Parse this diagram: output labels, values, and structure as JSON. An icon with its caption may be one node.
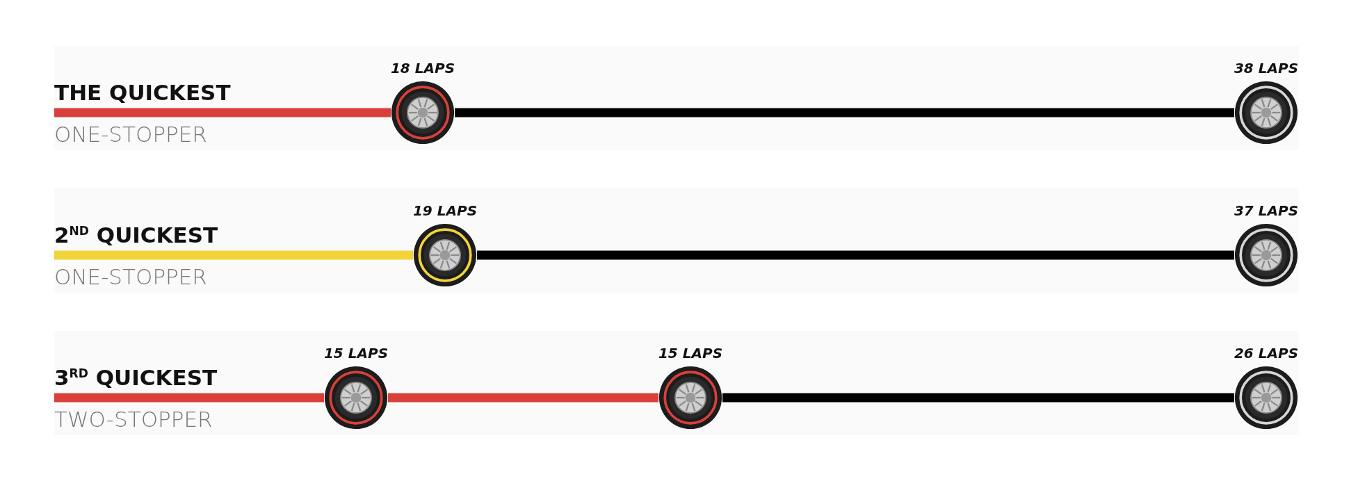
{
  "diagram": {
    "nodes": [
      {
        "text": [
          "THE QUICKEST",
          "ONE-STOPPER"
        ]
      },
      {
        "text": [],
        "shape": "circle",
        "beside": [
          "18 LAPS"
        ]
      },
      {
        "text": [],
        "shape": "circle",
        "beside": [
          "38 LAPS"
        ]
      },
      {
        "text": [
          "2$^{ND}$ QUICKEST",
          "ONE-STOPPER"
        ]
      },
      {
        "text": [],
        "shape": "circle",
        "beside": [
          "19 LAPS"
        ]
      },
      {
        "text": [],
        "shape": "circle",
        "beside": [
          "37 LAPS"
        ]
      },
      {
        "text": [
          "3$^{RD}$ QUICKEST",
          "TWO-STOPPER"
        ]
      },
      {
        "text": [],
        "shape": "circle",
        "beside": [
          "15 LAPS"
        ]
      },
      {
        "text": [],
        "shape": "circle",
        "beside": [
          "15 LAPS"
        ]
      },
      {
        "text": [],
        "shape": "circle",
        "beside": [
          "26 LAPS"
        ]
      }
    ],
    "edges": [
      {
        "from": 0,
        "to": 1,
        "arrow": "none",
        "color": "#d9403a"
      },
      {
        "from": 1,
        "to": 2,
        "arrow": "none",
        "color": "#000000"
      },
      {
        "from": 3,
        "to": 4,
        "arrow": "none",
        "color": "#f2d43a"
      },
      {
        "from": 4,
        "to": 5,
        "arrow": "none",
        "color": "#000000"
      },
      {
        "from": 6,
        "to": 7,
        "arrow": "none",
        "color": "#d9403a"
      },
      {
        "from": 7,
        "to": 8,
        "arrow": "none",
        "color": "#d9403a"
      },
      {
        "from": 8,
        "to": 9,
        "arrow": "none",
        "color": "#000000"
      }
    ]
  }
}
